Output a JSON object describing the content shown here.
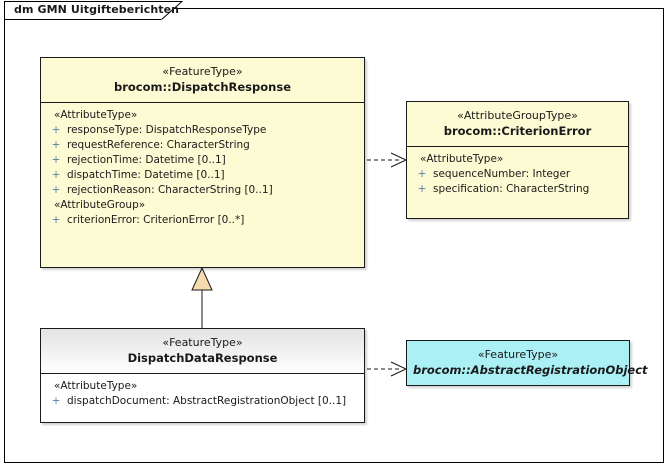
{
  "frame": {
    "title": "dm GMN Uitgifteberichten"
  },
  "classes": {
    "dispatch_response": {
      "stereotype": "«FeatureType»",
      "name": "brocom::DispatchResponse",
      "groups": [
        {
          "label": "«AttributeType»",
          "attributes": [
            {
              "visibility": "+",
              "text": "responseType: DispatchResponseType"
            },
            {
              "visibility": "+",
              "text": "requestReference: CharacterString"
            },
            {
              "visibility": "+",
              "text": "rejectionTime: Datetime [0..1]"
            },
            {
              "visibility": "+",
              "text": "dispatchTime: Datetime [0..1]"
            },
            {
              "visibility": "+",
              "text": "rejectionReason: CharacterString [0..1]"
            }
          ]
        },
        {
          "label": "«AttributeGroup»",
          "attributes": [
            {
              "visibility": "+",
              "text": "criterionError: CriterionError [0..*]"
            }
          ]
        }
      ]
    },
    "criterion_error": {
      "stereotype": "«AttributeGroupType»",
      "name": "brocom::CriterionError",
      "groups": [
        {
          "label": "«AttributeType»",
          "attributes": [
            {
              "visibility": "+",
              "text": "sequenceNumber: Integer"
            },
            {
              "visibility": "+",
              "text": "specification: CharacterString"
            }
          ]
        }
      ]
    },
    "dispatch_data_response": {
      "stereotype": "«FeatureType»",
      "name": "DispatchDataResponse",
      "groups": [
        {
          "label": "«AttributeType»",
          "attributes": [
            {
              "visibility": "+",
              "text": "dispatchDocument: AbstractRegistrationObject [0..1]"
            }
          ]
        }
      ]
    },
    "abstract_registration_object": {
      "stereotype": "«FeatureType»",
      "name": "brocom::AbstractRegistrationObject"
    }
  },
  "relationships": [
    {
      "kind": "dependency",
      "from": "brocom::DispatchResponse",
      "to": "brocom::CriterionError"
    },
    {
      "kind": "generalization",
      "from": "DispatchDataResponse",
      "to": "brocom::DispatchResponse"
    },
    {
      "kind": "dependency",
      "from": "DispatchDataResponse",
      "to": "brocom::AbstractRegistrationObject"
    }
  ],
  "colors": {
    "feature_type_fill": "#fcfbd4",
    "abstract_fill": "#aaf0f5",
    "generalization_fill": "#f5dcae",
    "line": "#1a1a1a",
    "visibility": "#5b7fa6"
  }
}
